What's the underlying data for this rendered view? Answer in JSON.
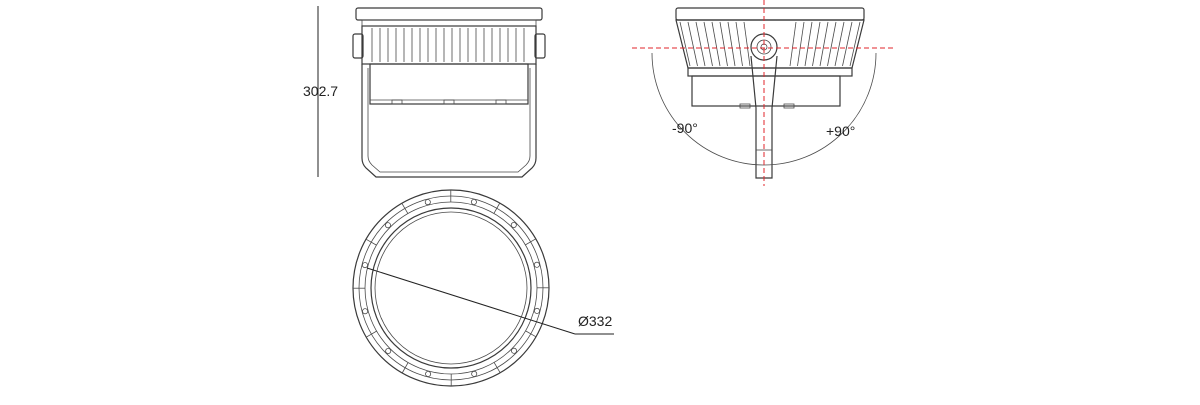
{
  "dimensions": {
    "height": "302.7",
    "diameter": "Ø332",
    "tilt_min": "-90°",
    "tilt_max": "+90°"
  },
  "colors": {
    "line": "#3a3a3a",
    "centerline": "#e0262b",
    "background": "#ffffff"
  }
}
